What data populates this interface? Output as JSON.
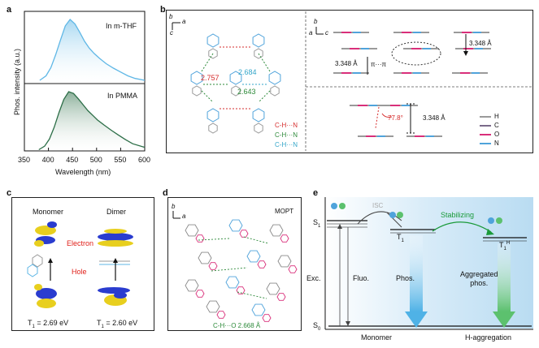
{
  "panel_a": {
    "label": "a",
    "top_title": "In m-THF",
    "bottom_title": "In PMMA",
    "ylabel": "Phos. intensity (a.u.)",
    "xlabel": "Wavelength (nm)",
    "xticks": [
      "350",
      "400",
      "450",
      "500",
      "550",
      "600"
    ],
    "colors": {
      "top": "#5fb7e6",
      "bottom": "#2c6e47"
    }
  },
  "chart_data": [
    {
      "type": "area",
      "title": "In m-THF",
      "xlabel": "Wavelength (nm)",
      "ylabel": "Phos. intensity (a.u.)",
      "xlim": [
        350,
        600
      ],
      "x": [
        382,
        395,
        405,
        415,
        425,
        435,
        445,
        455,
        465,
        475,
        485,
        495,
        505,
        520,
        535,
        550,
        565,
        580,
        600
      ],
      "values": [
        0.05,
        0.12,
        0.25,
        0.45,
        0.68,
        0.9,
        1.0,
        0.93,
        0.8,
        0.66,
        0.55,
        0.47,
        0.4,
        0.31,
        0.24,
        0.18,
        0.12,
        0.08,
        0.05
      ]
    },
    {
      "type": "area",
      "title": "In PMMA",
      "xlabel": "Wavelength (nm)",
      "ylabel": "Phos. intensity (a.u.)",
      "xlim": [
        350,
        600
      ],
      "x": [
        380,
        392,
        402,
        412,
        422,
        432,
        442,
        452,
        462,
        472,
        482,
        492,
        502,
        515,
        530,
        545,
        560,
        575,
        600
      ],
      "values": [
        0.02,
        0.08,
        0.2,
        0.4,
        0.65,
        0.87,
        1.0,
        0.97,
        0.88,
        0.78,
        0.68,
        0.6,
        0.52,
        0.44,
        0.35,
        0.27,
        0.19,
        0.12,
        0.06
      ]
    }
  ],
  "panel_b": {
    "label": "b",
    "axis_left": {
      "b": "b",
      "a": "a",
      "c": "c"
    },
    "axis_right": {
      "b": "b",
      "a": "a",
      "c": "c"
    },
    "dist_red": "2.757",
    "dist_cyan": "2.684",
    "dist_green": "2.643",
    "legend_lines": [
      "C-H···N",
      "C-H···N",
      "C-H···N"
    ],
    "legend_colors": [
      "#d62d2d",
      "#2d8a3a",
      "#33a6c9"
    ],
    "stack_dist_top": "3.348 Å",
    "stack_dist_left": "3.348 Å",
    "pi_label": "π···π",
    "stack_dist_bottom": "3.348 Å",
    "angle": "77.8°",
    "atoms": [
      {
        "label": "H",
        "color": "#9a9a9a"
      },
      {
        "label": "C",
        "color": "#7a6a8a"
      },
      {
        "label": "O",
        "color": "#d92f7a"
      },
      {
        "label": "N",
        "color": "#4fa3db"
      }
    ]
  },
  "panel_c": {
    "label": "c",
    "monomer": "Monomer",
    "dimer": "Dimer",
    "electron": "Electron",
    "hole": "Hole",
    "t1_mono": "T",
    "t1_mono_sub": "1",
    "t1_mono_val": " = 2.69 eV",
    "t1_dimer_val": " = 2.60 eV"
  },
  "panel_d": {
    "label": "d",
    "axis": {
      "b": "b",
      "a": "a"
    },
    "title": "MOPT",
    "legend": "C-H···O 2.668 Å"
  },
  "panel_e": {
    "label": "e",
    "s1": "S",
    "s1_sub": "1",
    "s0": "S",
    "s0_sub": "0",
    "exc": "Exc.",
    "fluo": "Fluo.",
    "phos": "Phos.",
    "isc": "ISC",
    "t1": "T",
    "t1_sub": "1",
    "stabilizing": "Stabilizing",
    "t1h": "T",
    "t1h_sub": "1",
    "t1h_sup": "H",
    "aggregated": "Aggregated",
    "aggregated2": "phos.",
    "monomer": "Monomer",
    "h_agg": "H-aggregation"
  }
}
